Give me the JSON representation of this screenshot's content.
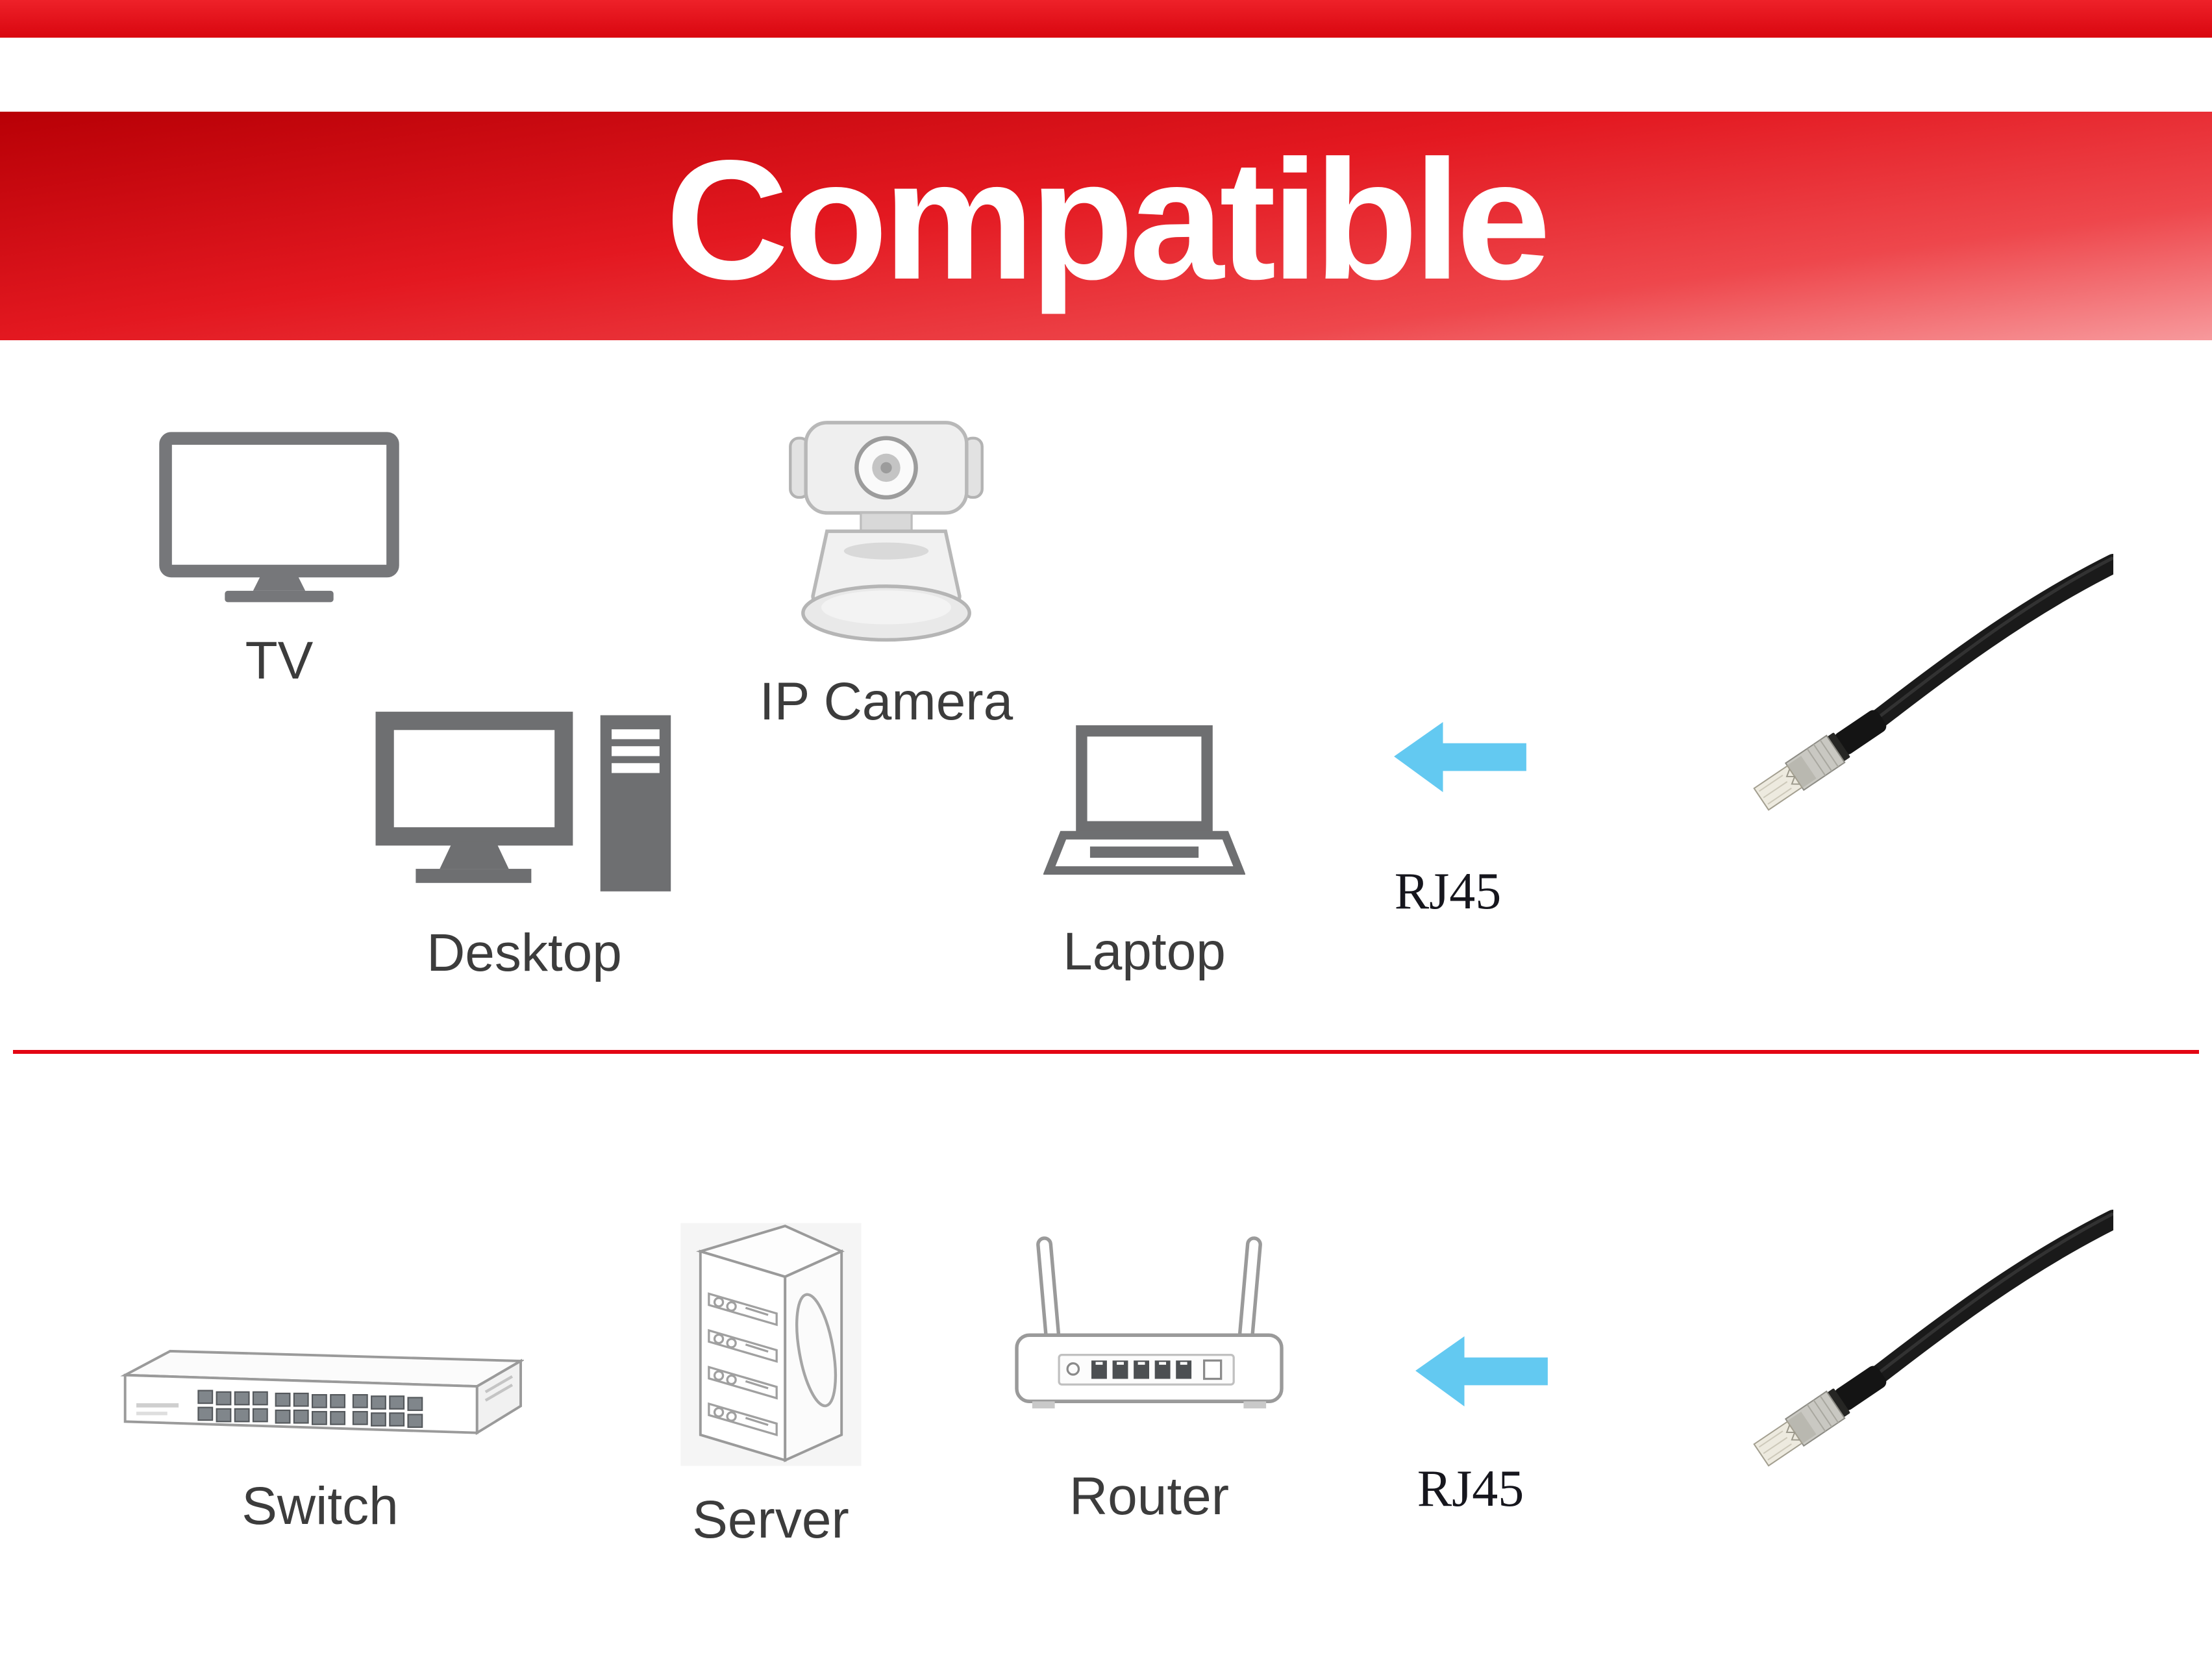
{
  "header": {
    "title": "Compatible"
  },
  "top": {
    "devices": [
      {
        "id": "tv",
        "label": "TV"
      },
      {
        "id": "ip-camera",
        "label": "IP Camera"
      },
      {
        "id": "desktop",
        "label": "Desktop"
      },
      {
        "id": "laptop",
        "label": "Laptop"
      }
    ],
    "connector": {
      "label": "RJ45"
    }
  },
  "bottom": {
    "devices": [
      {
        "id": "switch",
        "label": "Switch"
      },
      {
        "id": "server",
        "label": "Server"
      },
      {
        "id": "router",
        "label": "Router"
      }
    ],
    "connector": {
      "label": "RJ45"
    }
  },
  "colors": {
    "strip_red": "#e6141b",
    "banner_red_dark": "#b80006",
    "banner_red": "#e31820",
    "banner_red_light": "#f7999c",
    "divider_red": "#e30613",
    "arrow_blue": "#63c9f1",
    "icon_gray": "#6e6f71",
    "label_color": "#3c3c3c",
    "cable_black": "#1a1a1a"
  }
}
